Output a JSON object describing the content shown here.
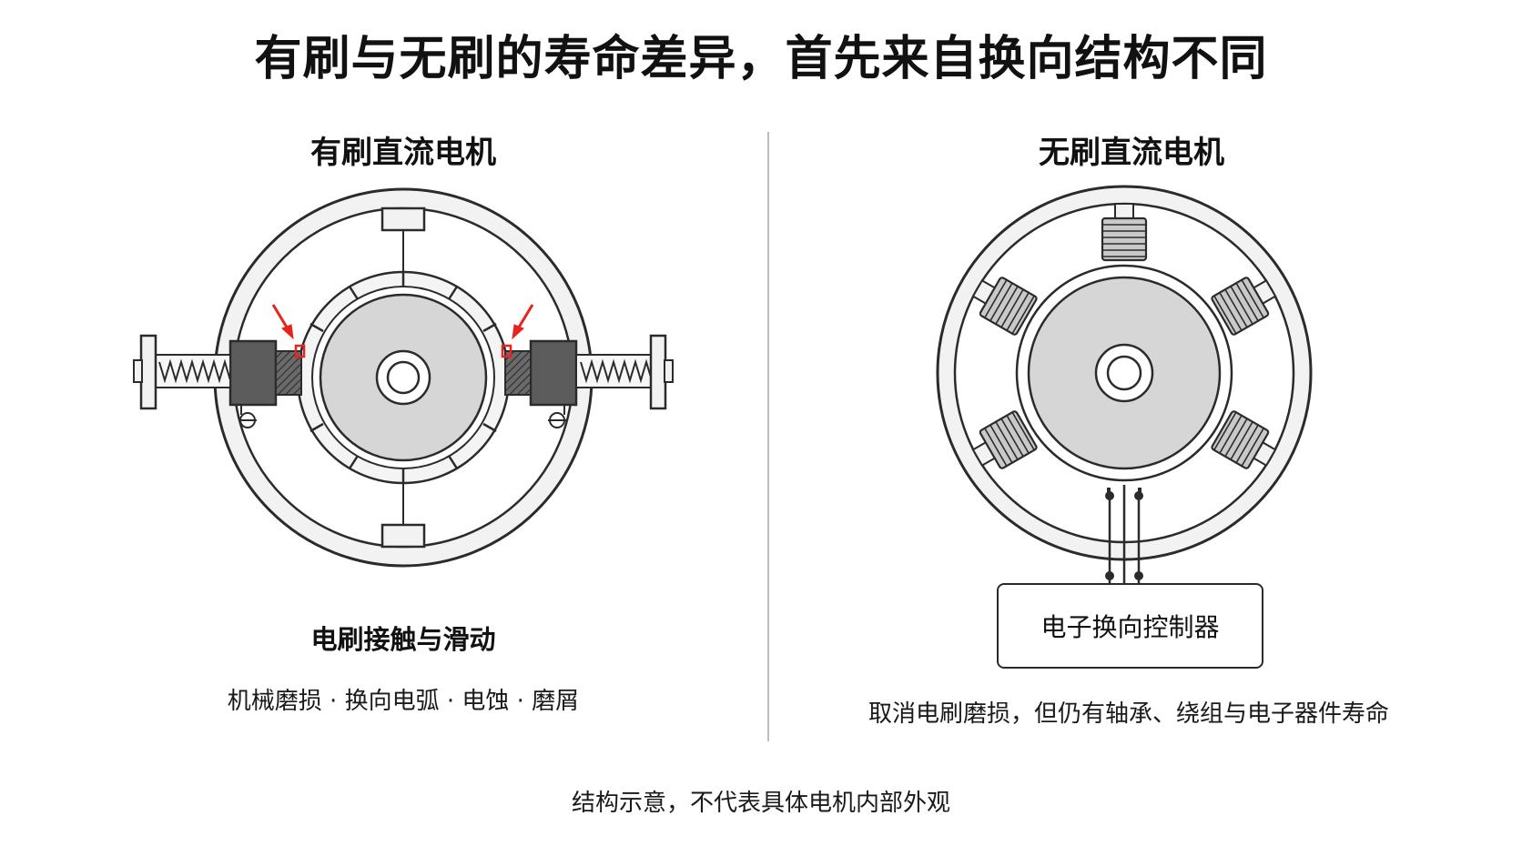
{
  "title": "有刷与无刷的寿命差异，首先来自换向结构不同",
  "left": {
    "heading": "有刷直流电机",
    "caption_main": "电刷接触与滑动",
    "caption_sub": "机械磨损 · 换向电弧 · 电蚀 · 磨屑"
  },
  "right": {
    "heading": "无刷直流电机",
    "controller_label": "电子换向控制器",
    "caption": "取消电刷磨损，但仍有轴承、绕组与电子器件寿命"
  },
  "footnote": "结构示意，不代表具体电机内部外观",
  "colors": {
    "stroke": "#2b2b2b",
    "rotor_fill": "#d6d6d6",
    "stator_fill": "#f2f2f2",
    "brush_fill": "#5c5c5c",
    "coil_fill": "#c9c9c9",
    "highlight_red": "#e8231c",
    "divider": "#bdbdbd"
  }
}
